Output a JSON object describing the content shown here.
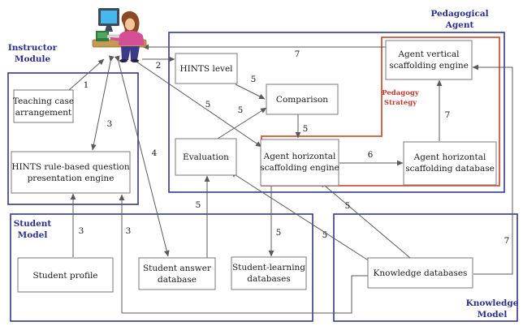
{
  "colors": {
    "module_frame": "#34378a",
    "module_title": "#2b2f8f",
    "strategy_frame": "#d2553c",
    "strategy_title": "#c0392b",
    "box_stroke": "#7a7a7a",
    "arrow": "#5a5a5a"
  },
  "instructor_icon": "person-at-computer-icon",
  "modules": {
    "instructor": {
      "line1": "Instructor",
      "line2": "Module"
    },
    "pedagogical": {
      "line1": "Pedagogical",
      "line2": "Agent"
    },
    "student": {
      "line1": "Student",
      "line2": "Model"
    },
    "knowledge": {
      "line1": "Knowledge",
      "line2": "Model"
    },
    "strategy": {
      "line1": "Pedagogy",
      "line2": "Strategy"
    }
  },
  "boxes": {
    "teaching_case": {
      "line1": "Teaching case",
      "line2": "arrangement"
    },
    "hints_engine": {
      "line1": "HINTS rule-based question",
      "line2": "presentation engine"
    },
    "hints_level": {
      "line1": "HINTS level"
    },
    "comparison": {
      "line1": "Comparison"
    },
    "evaluation": {
      "line1": "Evaluation"
    },
    "horizontal_engine": {
      "line1": "Agent horizontal",
      "line2": "scaffolding engine"
    },
    "horizontal_db": {
      "line1": "Agent horizontal",
      "line2": "scaffolding database"
    },
    "vertical_engine": {
      "line1": "Agent vertical",
      "line2": "scaffolding engine"
    },
    "student_profile": {
      "line1": "Student profile"
    },
    "student_answer_db": {
      "line1": "Student answer",
      "line2": "database"
    },
    "student_learning_db": {
      "line1": "Student-learning",
      "line2": "databases"
    },
    "knowledge_db": {
      "line1": "Knowledge databases"
    }
  },
  "edge_labels": {
    "teaching_to_instructor": "1",
    "instructor_hints_level": "2",
    "instructor_hints_engine": "3",
    "profile_to_engine": "3",
    "engine_loop": "3",
    "answer_db_link": "4",
    "hints_level_comparison": "5",
    "evaluation_comparison": "5",
    "diagonal_to_horizontal": "5",
    "comparison_horizontal": "5",
    "answer_evaluation": "5",
    "horizontal_learning": "5",
    "knowledge_evaluation": "5",
    "knowledge_horizontal": "5",
    "horizontal_db_link": "6",
    "vertical_instructor": "7",
    "db_to_vertical": "7",
    "knowledge_vertical": "7"
  }
}
